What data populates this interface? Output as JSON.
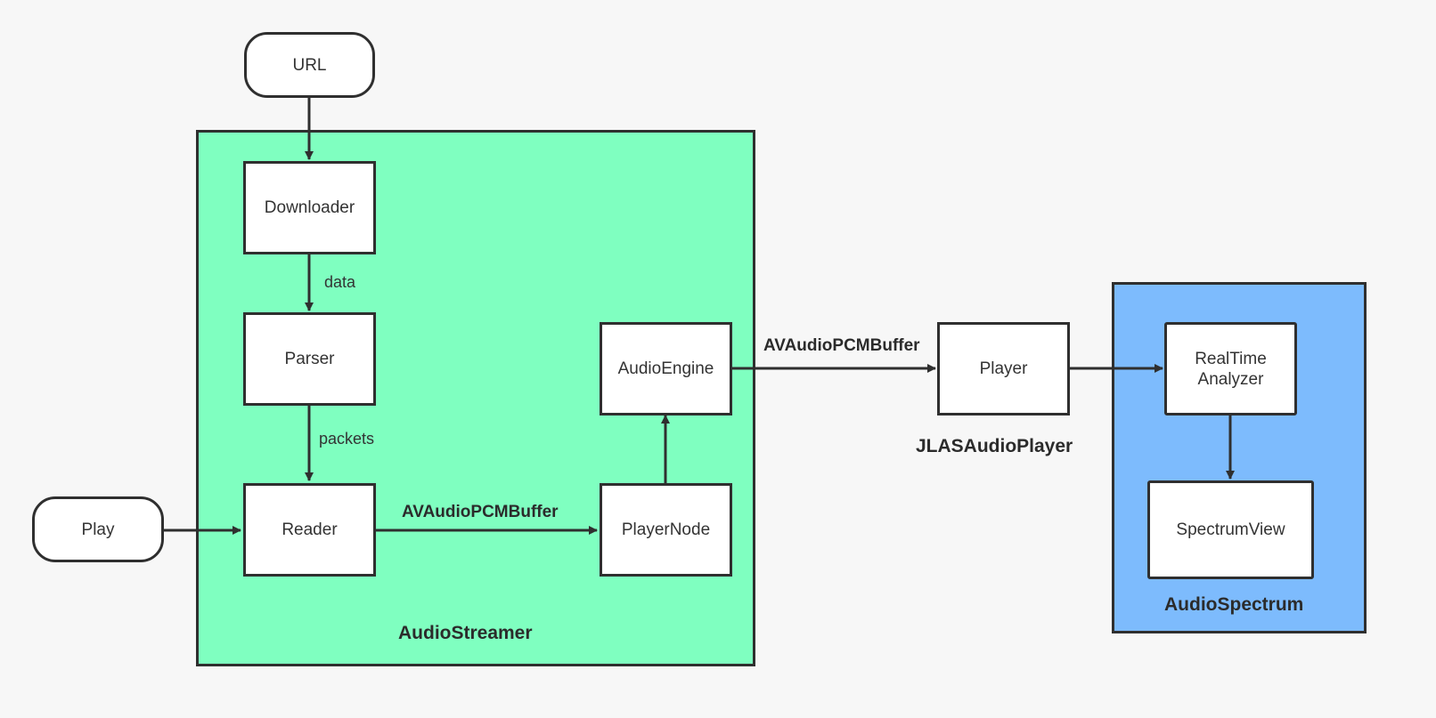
{
  "nodes": {
    "url": "URL",
    "play": "Play",
    "downloader": "Downloader",
    "parser": "Parser",
    "reader": "Reader",
    "player_node": "PlayerNode",
    "audio_engine": "AudioEngine",
    "player": "Player",
    "realtime_analyzer": "RealTime\nAnalyzer",
    "spectrum_view": "SpectrumView"
  },
  "edge_labels": {
    "downloader_to_parser": "data",
    "parser_to_reader": "packets",
    "reader_to_playernode": "AVAudioPCMBuffer",
    "engine_to_player": "AVAudioPCMBuffer"
  },
  "groups": {
    "audio_streamer": "AudioStreamer",
    "jlas_audio_player": "JLASAudioPlayer",
    "audio_spectrum": "AudioSpectrum"
  },
  "colors": {
    "audio_streamer_fill": "#7fffc0",
    "audio_spectrum_fill": "#7dbbfd",
    "stroke": "#2f2f2f"
  }
}
